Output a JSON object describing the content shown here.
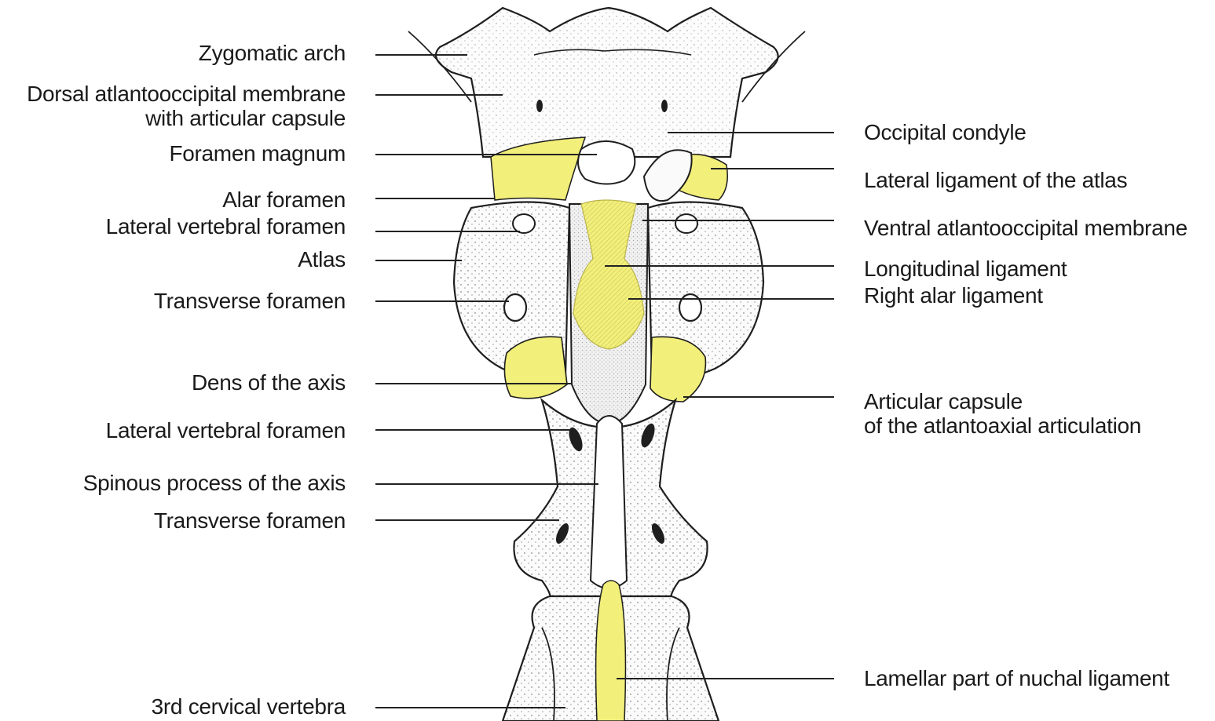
{
  "diagram": {
    "colors": {
      "ligament": "#f2ef7a",
      "bone": "#fbfbfb",
      "outline": "#1e1e1e",
      "leader": "#222222"
    },
    "labels_left": [
      {
        "id": "zygomatic-arch",
        "lines": [
          "Zygomatic arch"
        ]
      },
      {
        "id": "dorsal-atlantooccipital-membrane",
        "lines": [
          "Dorsal atlantooccipital membrane",
          "with articular capsule"
        ]
      },
      {
        "id": "foramen-magnum",
        "lines": [
          "Foramen magnum"
        ]
      },
      {
        "id": "alar-foramen",
        "lines": [
          "Alar foramen"
        ]
      },
      {
        "id": "lateral-vertebral-foramen-1",
        "lines": [
          "Lateral vertebral foramen"
        ]
      },
      {
        "id": "atlas",
        "lines": [
          "Atlas"
        ]
      },
      {
        "id": "transverse-foramen-1",
        "lines": [
          "Transverse foramen"
        ]
      },
      {
        "id": "dens-of-the-axis",
        "lines": [
          "Dens of the axis"
        ]
      },
      {
        "id": "lateral-vertebral-foramen-2",
        "lines": [
          "Lateral vertebral foramen"
        ]
      },
      {
        "id": "spinous-process-of-the-axis",
        "lines": [
          "Spinous process of the axis"
        ]
      },
      {
        "id": "transverse-foramen-2",
        "lines": [
          "Transverse foramen"
        ]
      },
      {
        "id": "3rd-cervical-vertebra",
        "lines": [
          "3rd cervical vertebra"
        ]
      }
    ],
    "labels_right": [
      {
        "id": "occipital-condyle",
        "lines": [
          "Occipital condyle"
        ]
      },
      {
        "id": "lateral-ligament-of-the-atlas",
        "lines": [
          "Lateral ligament of the atlas"
        ]
      },
      {
        "id": "ventral-atlantooccipital-membrane",
        "lines": [
          "Ventral atlantooccipital membrane"
        ]
      },
      {
        "id": "longitudinal-ligament",
        "lines": [
          "Longitudinal ligament"
        ]
      },
      {
        "id": "right-alar-ligament",
        "lines": [
          "Right alar ligament"
        ]
      },
      {
        "id": "articular-capsule",
        "lines": [
          "Articular capsule",
          "of the atlantoaxial articulation"
        ]
      },
      {
        "id": "lamellar-part-of-nuchal-ligament",
        "lines": [
          "Lamellar part of nuchal ligament"
        ]
      }
    ]
  }
}
